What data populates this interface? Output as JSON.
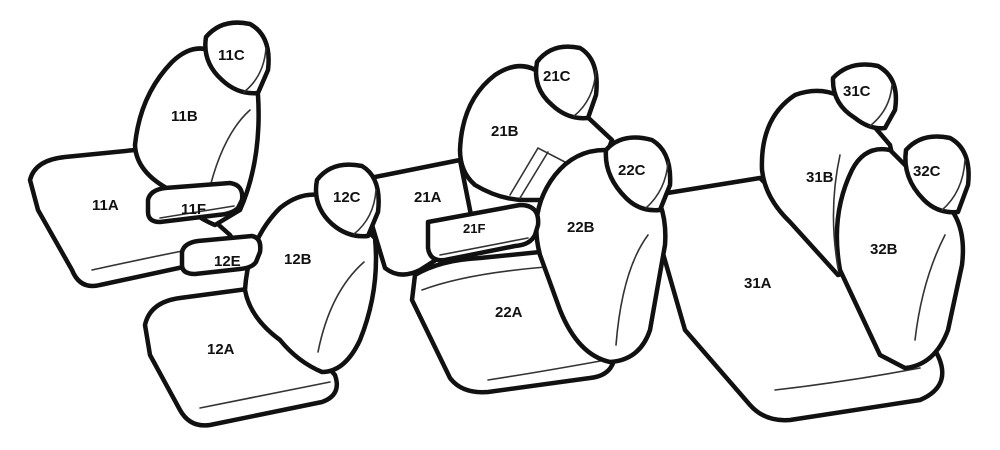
{
  "labels": {
    "11A": "11A",
    "11B": "11B",
    "11C": "11C",
    "11F": "11F",
    "12A": "12A",
    "12B": "12B",
    "12C": "12C",
    "12E": "12E",
    "21A": "21A",
    "21B": "21B",
    "21C": "21C",
    "21F": "21F",
    "22A": "22A",
    "22B": "22B",
    "22C": "22C",
    "31A": "31A",
    "31B": "31B",
    "31C": "31C",
    "32B": "32B",
    "32C": "32C"
  }
}
